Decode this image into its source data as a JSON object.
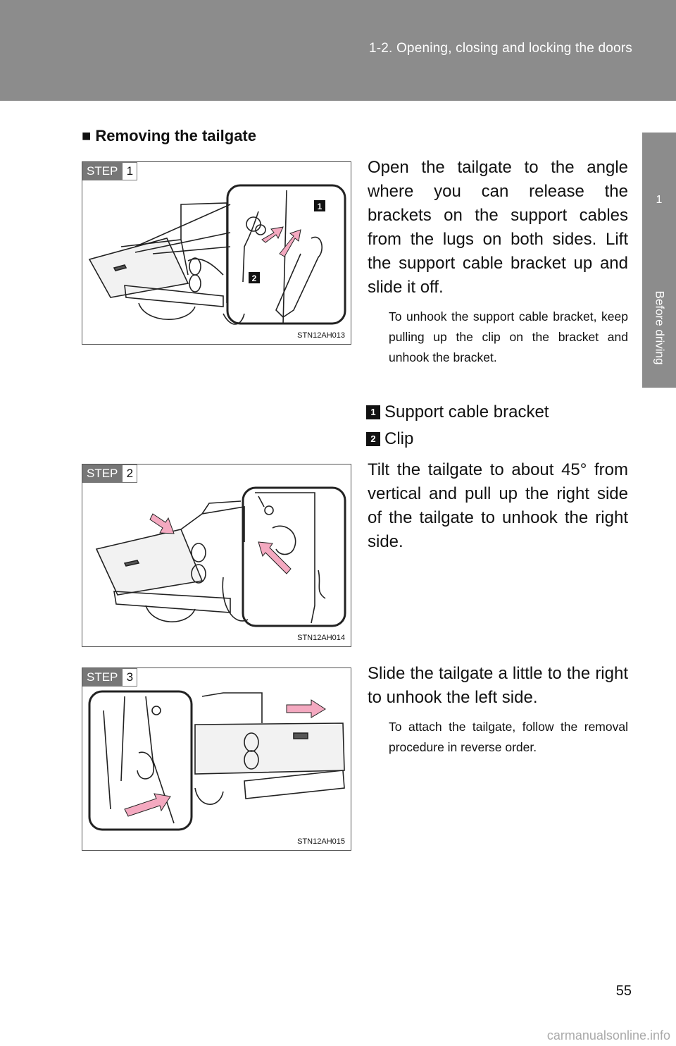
{
  "header": {
    "title": "1-2. Opening, closing and locking the doors"
  },
  "side_tab": {
    "chapter": "1",
    "label": "Before driving"
  },
  "section": {
    "title": "■ Removing the tailgate"
  },
  "step_label": "STEP",
  "steps": [
    {
      "number": "1",
      "figure_code": "STN12AH013",
      "main_text": "Open the tailgate to the angle where you can release the brackets on the support cables from the lugs on both sides. Lift the support cable bracket up and slide it off.",
      "note": "To unhook the support cable bracket, keep pulling up the clip on the bracket and unhook the bracket.",
      "legend": [
        {
          "key": "1",
          "label": "Support cable bracket"
        },
        {
          "key": "2",
          "label": "Clip"
        }
      ]
    },
    {
      "number": "2",
      "figure_code": "STN12AH014",
      "main_text": "Tilt the tailgate to about 45° from vertical and pull up the right side of the tailgate to unhook the right side."
    },
    {
      "number": "3",
      "figure_code": "STN12AH015",
      "main_text": "Slide the tailgate a little to the right to unhook the left side.",
      "note": "To attach the tailgate, follow the removal procedure in reverse order."
    }
  ],
  "page_number": "55",
  "watermark": "carmanualsonline.info"
}
